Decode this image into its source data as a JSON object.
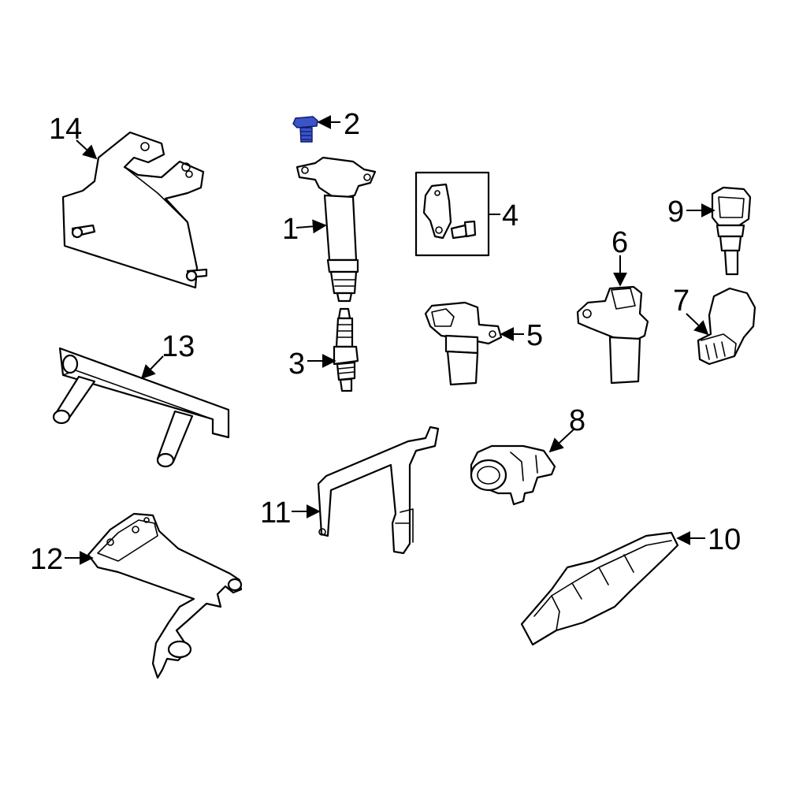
{
  "diagram": {
    "highlight_color": "#3b54c9",
    "line_color": "#000000",
    "background": "#ffffff",
    "highlighted_part": "2",
    "callouts": [
      {
        "id": "c1",
        "label": "1"
      },
      {
        "id": "c2",
        "label": "2"
      },
      {
        "id": "c3",
        "label": "3"
      },
      {
        "id": "c4",
        "label": "4"
      },
      {
        "id": "c5",
        "label": "5"
      },
      {
        "id": "c6",
        "label": "6"
      },
      {
        "id": "c7",
        "label": "7"
      },
      {
        "id": "c8",
        "label": "8"
      },
      {
        "id": "c9",
        "label": "9"
      },
      {
        "id": "c10",
        "label": "10"
      },
      {
        "id": "c11",
        "label": "11"
      },
      {
        "id": "c12",
        "label": "12"
      },
      {
        "id": "c13",
        "label": "13"
      },
      {
        "id": "c14",
        "label": "14"
      }
    ]
  }
}
